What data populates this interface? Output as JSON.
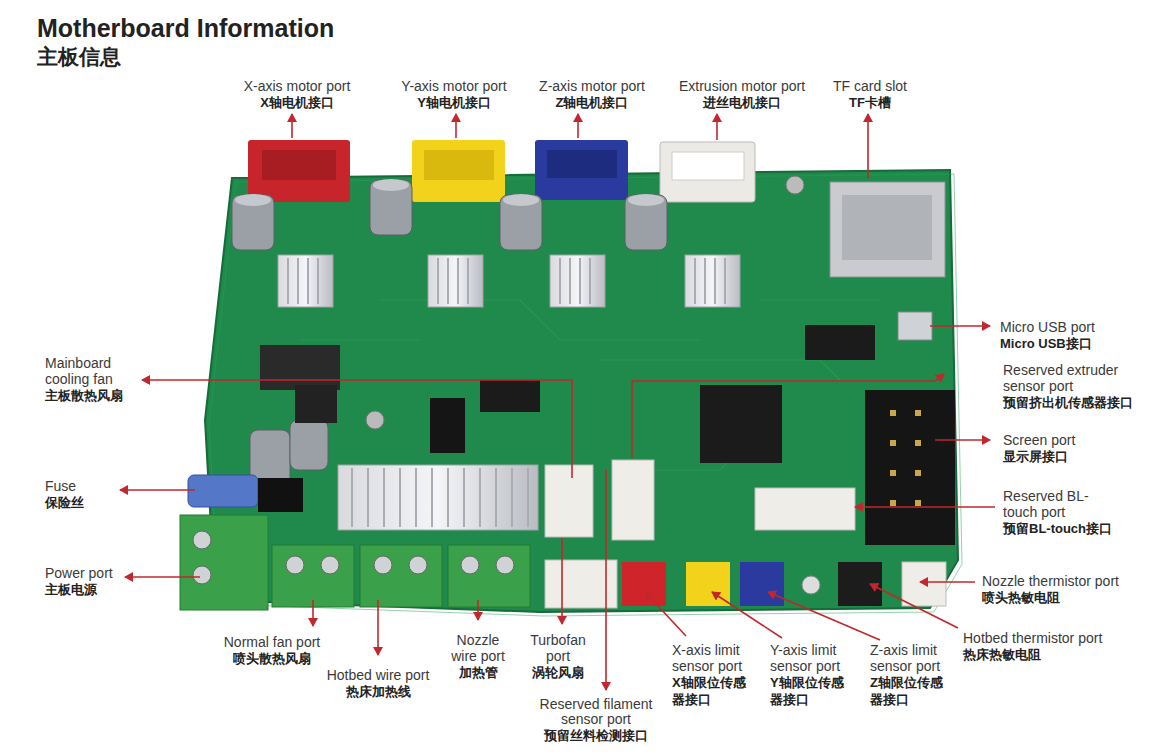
{
  "diagram": {
    "title": "Motherboard Information",
    "labels": [
      "主板信息",
      "X-axis motor port",
      "X轴电机接口",
      "Y-axis motor port",
      "Y轴电机接口",
      "Z-axis motor port",
      "Z轴电机接口",
      "Extrusion motor port",
      "进丝电机接口",
      "TF card slot",
      "TF卡槽",
      "Micro USB port",
      "Micro USB接口",
      "Mainboard cooling fan",
      "主板散热风扇",
      "Reserved extruder sensor port",
      "预留挤出机传感器接口",
      "Screen port",
      "显示屏接口",
      "Fuse",
      "保险丝",
      "Reserved BL-touch port",
      "预留BL-touch接口",
      "Power port",
      "主板电源",
      "Nozzle thermistor port",
      "喷头热敏电阻",
      "Normal fan port",
      "喷头散热风扇",
      "Hotbed wire port",
      "热床加热线",
      "Nozzle wire port",
      "加热管",
      "Turbofan port",
      "涡轮风扇",
      "X-axis limit sensor port",
      "X轴限位传感器接口",
      "Y-axis limit sensor port",
      "Y轴限位传感器接口",
      "Z-axis limit sensor port",
      "Z轴限位传感器接口",
      "Hotbed thermistor port",
      "热床热敏电阻",
      "Reserved filament sensor port",
      "预留丝料检测接口"
    ]
  }
}
